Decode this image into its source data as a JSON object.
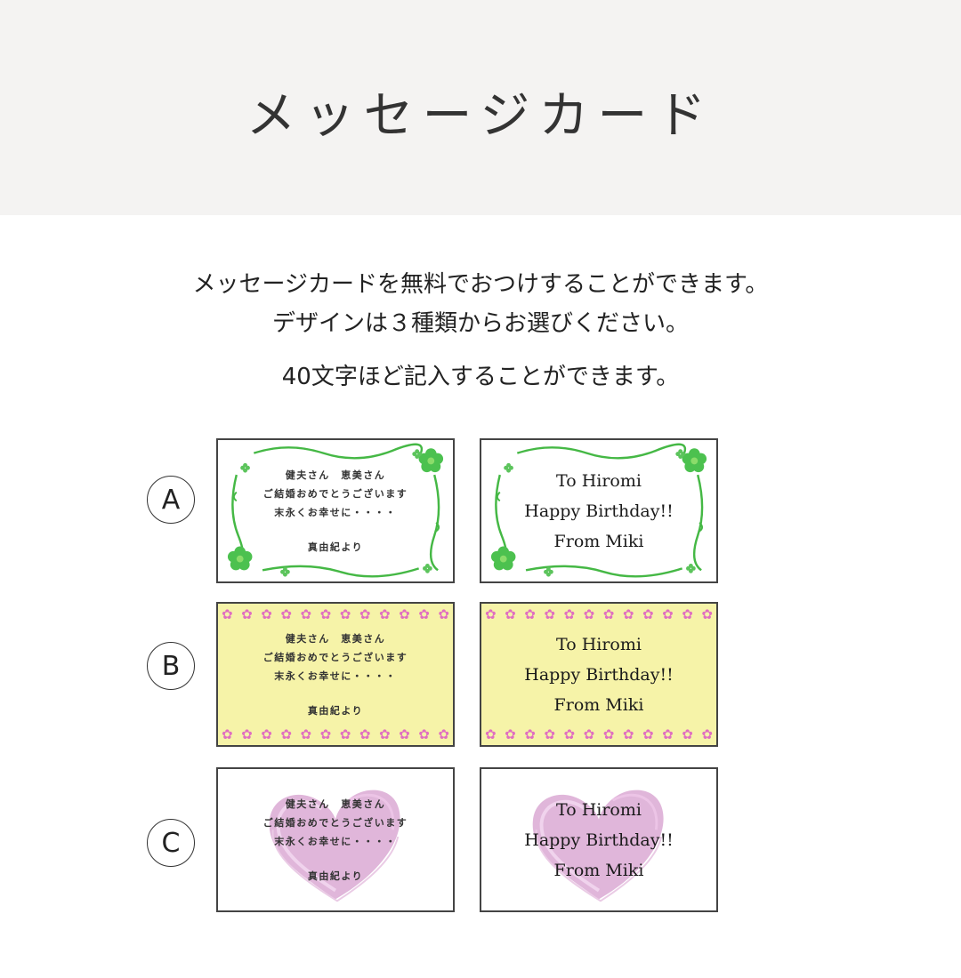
{
  "header": {
    "title": "メッセージカード",
    "background": "#f4f3f2"
  },
  "intro": {
    "line1": "メッセージカードを無料でおつけすることができます。",
    "line2": "デザインは３種類からお選びください。",
    "line3": "40文字ほど記入することができます。"
  },
  "designs": [
    {
      "label": "A",
      "theme": "green clover frame",
      "accent": "#3cb043",
      "japanese_card": {
        "line1": "健夫さん　恵美さん",
        "line2": "ご結婚おめでとうございます",
        "line3": "末永くお幸せに・・・・",
        "signature": "真由紀より"
      },
      "english_card": {
        "line1": "To Hiromi",
        "line2": "Happy Birthday!!",
        "line3": "From Miki"
      }
    },
    {
      "label": "B",
      "theme": "yellow with pink flower borders",
      "background": "#f6f3a8",
      "accent": "#e06fc0",
      "flower_glyph": "✿",
      "japanese_card": {
        "line1": "健夫さん　恵美さん",
        "line2": "ご結婚おめでとうございます",
        "line3": "末永くお幸せに・・・・",
        "signature": "真由紀より"
      },
      "english_card": {
        "line1": "To Hiromi",
        "line2": "Happy Birthday!!",
        "line3": "From Miki"
      }
    },
    {
      "label": "C",
      "theme": "pink heart",
      "accent": "#d9a3cf",
      "japanese_card": {
        "line1": "健夫さん　恵美さん",
        "line2": "ご結婚おめでとうございます",
        "line3": "末永くお幸せに・・・・",
        "signature": "真由紀より"
      },
      "english_card": {
        "line1": "To Hiromi",
        "line2": "Happy Birthday!!",
        "line3": "From Miki"
      }
    }
  ]
}
